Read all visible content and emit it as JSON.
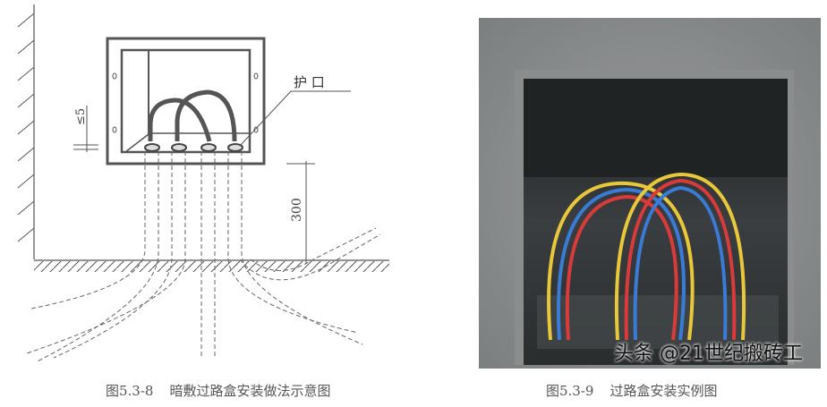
{
  "left_figure": {
    "label_protector": "护 口",
    "dim_gap": "≤5",
    "dim_height": "300",
    "caption_number": "图5.3-8",
    "caption_title": "暗敷过路盒安装做法示意图"
  },
  "right_figure": {
    "caption_number": "图5.3-9",
    "caption_title": "过路盒安装实例图",
    "wire_colors": [
      "#e8c83a",
      "#d93b3b",
      "#3a7bd5",
      "#e8c83a"
    ]
  },
  "watermark": "头条 @21世纪搬砖工"
}
